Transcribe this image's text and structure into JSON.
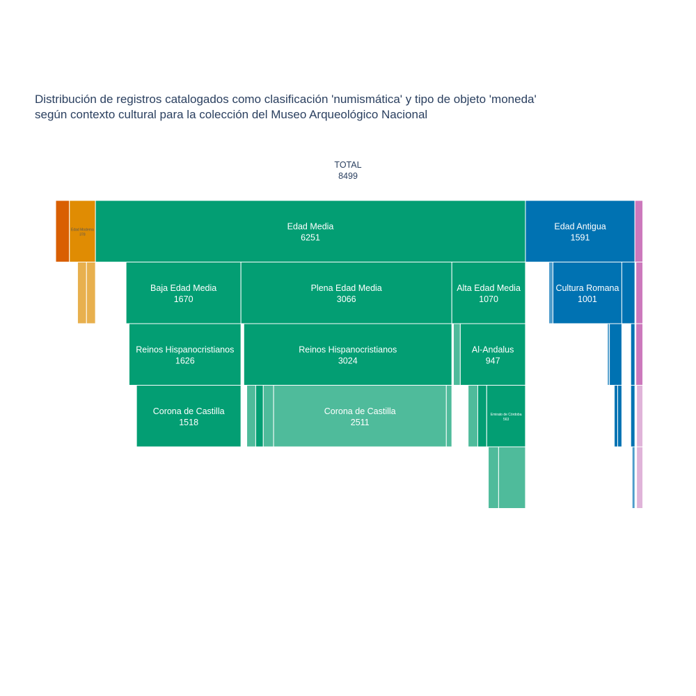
{
  "chart_data": {
    "type": "icicle",
    "title_line1": "Distribución de registros catalogados como clasificación 'numismática' y tipo de objeto 'moneda'",
    "title_line2": "según contexto cultural para la colección del Museo Arqueológico Nacional",
    "root": {
      "label": "TOTAL",
      "value": 8499
    },
    "nodes": [
      {
        "id": "e1",
        "label": "",
        "value": 200,
        "color": "#d95f02",
        "children": []
      },
      {
        "id": "e2",
        "label": "Edad Moderna",
        "value": 378,
        "color": "#e08c03",
        "textColor": "#555555",
        "children": [
          {
            "id": "e2a",
            "label": "",
            "value": 130,
            "color": "#e8b04e",
            "children": []
          },
          {
            "id": "e2b",
            "label": "",
            "value": 130,
            "color": "#e8b04e",
            "children": []
          }
        ]
      },
      {
        "id": "med",
        "label": "Edad Media",
        "value": 6251,
        "color": "#039e73",
        "children": [
          {
            "id": "bem",
            "label": "Baja Edad Media",
            "value": 1670,
            "color": "#039e73",
            "children": [
              {
                "id": "rh1",
                "label": "Reinos Hispanocristianos",
                "value": 1626,
                "color": "#039e73",
                "children": [
                  {
                    "id": "cc1",
                    "label": "Corona de Castilla",
                    "value": 1518,
                    "color": "#039e73",
                    "children": []
                  }
                ]
              }
            ]
          },
          {
            "id": "pem",
            "label": "Plena Edad Media",
            "value": 3066,
            "color": "#039e73",
            "children": [
              {
                "id": "rh2",
                "label": "Reinos Hispanocristianos",
                "value": 3024,
                "color": "#039e73",
                "children": [
                  {
                    "id": "p1",
                    "label": "",
                    "value": 130,
                    "color": "#4fbb9b",
                    "children": []
                  },
                  {
                    "id": "p2",
                    "label": "",
                    "value": 110,
                    "color": "#039e73",
                    "children": []
                  },
                  {
                    "id": "p3",
                    "label": "",
                    "value": 150,
                    "color": "#4fbb9b",
                    "children": []
                  },
                  {
                    "id": "cc2",
                    "label": "Corona de Castilla",
                    "value": 2511,
                    "color": "#4fbb9b",
                    "children": []
                  },
                  {
                    "id": "p4",
                    "label": "",
                    "value": 80,
                    "color": "#4fbb9b",
                    "children": []
                  }
                ]
              }
            ]
          },
          {
            "id": "aem",
            "label": "Alta Edad Media",
            "value": 1070,
            "color": "#039e73",
            "children": [
              {
                "id": "am0",
                "label": "",
                "value": 100,
                "color": "#4fbb9b",
                "children": []
              },
              {
                "id": "and",
                "label": "Al-Andalus",
                "value": 947,
                "color": "#039e73",
                "children": [
                  {
                    "id": "a1",
                    "label": "",
                    "value": 140,
                    "color": "#4fbb9b",
                    "children": []
                  },
                  {
                    "id": "a2",
                    "label": "",
                    "value": 130,
                    "color": "#039e73",
                    "children": []
                  },
                  {
                    "id": "emc",
                    "label": "Emirato de Córdoba",
                    "value": 563,
                    "color": "#039e73",
                    "children": [
                      {
                        "id": "emc1",
                        "label": "",
                        "value": 150,
                        "color": "#4fbb9b",
                        "children": []
                      },
                      {
                        "id": "emc2",
                        "label": "",
                        "value": 390,
                        "color": "#4fbb9b",
                        "children": []
                      }
                    ]
                  }
                ]
              }
            ]
          }
        ]
      },
      {
        "id": "ant",
        "label": "Edad Antigua",
        "value": 1591,
        "color": "#0072b2",
        "children": [
          {
            "id": "ant0",
            "label": "",
            "value": 60,
            "color": "#4d9ccb",
            "children": []
          },
          {
            "id": "rom",
            "label": "Cultura Romana",
            "value": 1001,
            "color": "#0072b2",
            "children": [
              {
                "id": "rom1",
                "label": "",
                "value": 30,
                "color": "#4d9ccb",
                "children": []
              },
              {
                "id": "rom2",
                "label": "",
                "value": 180,
                "color": "#0072b2",
                "children": [
                  {
                    "id": "rom2a",
                    "label": "",
                    "value": 50,
                    "color": "#0072b2",
                    "children": []
                  },
                  {
                    "id": "rom2b",
                    "label": "",
                    "value": 60,
                    "color": "#0072b2",
                    "children": []
                  }
                ]
              }
            ]
          },
          {
            "id": "ant2",
            "label": "",
            "value": 190,
            "color": "#0072b2",
            "children": [
              {
                "id": "ant2a",
                "label": "",
                "value": 60,
                "color": "#0072b2",
                "children": [
                  {
                    "id": "ant2a1",
                    "label": "",
                    "value": 60,
                    "color": "#0072b2",
                    "children": [
                      {
                        "id": "ant2a1a",
                        "label": "",
                        "value": 40,
                        "color": "#4d9ccb",
                        "children": []
                      }
                    ]
                  }
                ]
              }
            ]
          }
        ]
      },
      {
        "id": "e5",
        "label": "",
        "value": 115,
        "color": "#cc78bc",
        "children": [
          {
            "id": "e5a",
            "label": "",
            "value": 100,
            "color": "#cc78bc",
            "children": [
              {
                "id": "e5a1",
                "label": "",
                "value": 100,
                "color": "#cc78bc",
                "children": [
                  {
                    "id": "e5a1a",
                    "label": "",
                    "value": 90,
                    "color": "#e0b4d9",
                    "children": [
                      {
                        "id": "e5a1a1",
                        "label": "",
                        "value": 90,
                        "color": "#e0b4d9",
                        "children": []
                      }
                    ]
                  }
                ]
              }
            ]
          }
        ]
      }
    ]
  }
}
